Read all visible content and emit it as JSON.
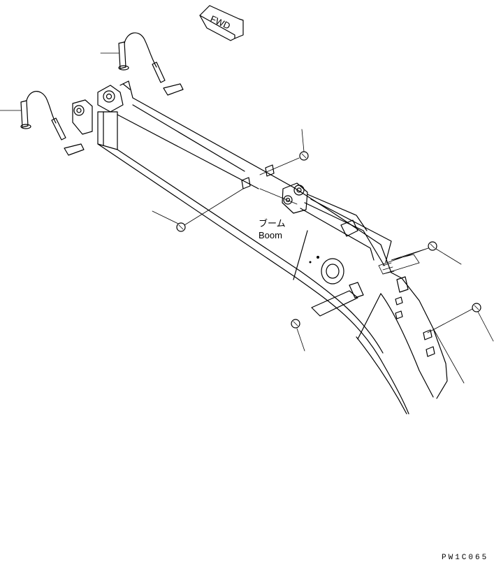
{
  "arrow": {
    "label": "FWD"
  },
  "part_label": {
    "japanese": "ブーム",
    "english": "Boom"
  },
  "drawing_code": "PW1C065"
}
